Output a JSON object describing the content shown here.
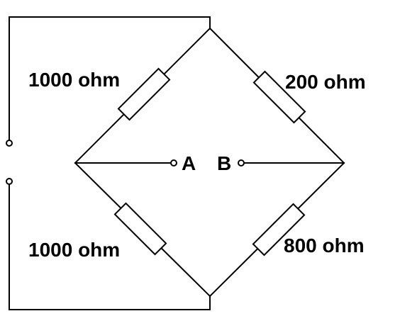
{
  "resistors": {
    "top_left": {
      "label": "1000 ohm"
    },
    "top_right": {
      "label": "200 ohm"
    },
    "bottom_left": {
      "label": "1000 ohm"
    },
    "bottom_right": {
      "label": "800 ohm"
    }
  },
  "terminals": {
    "a": {
      "label": "A"
    },
    "b": {
      "label": "B"
    }
  },
  "colors": {
    "line": "#000000",
    "background": "#ffffff"
  }
}
